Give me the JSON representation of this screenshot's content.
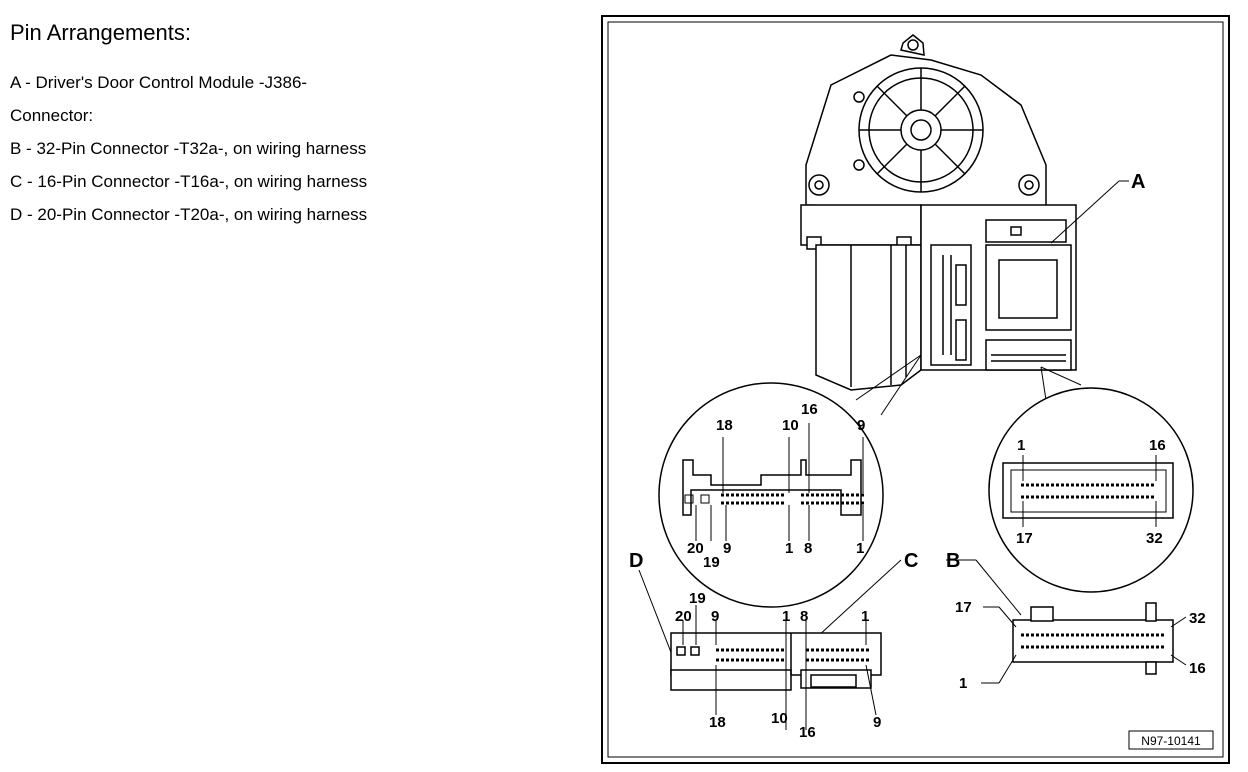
{
  "legend": {
    "title": "Pin Arrangements:",
    "lines": [
      "A - Driver's Door Control Module -J386-",
      "Connector:",
      "B - 32-Pin Connector -T32a-, on wiring harness",
      "C - 16-Pin Connector -T16a-, on wiring harness",
      "D - 20-Pin Connector -T20a-, on wiring harness"
    ]
  },
  "figure": {
    "callouts": {
      "a": "A",
      "b": "B",
      "c": "C",
      "d": "D"
    },
    "left_detail": {
      "top": [
        "18",
        "10",
        "16",
        "9"
      ],
      "bottom": [
        "20",
        "9",
        "1",
        "8",
        "1"
      ],
      "under": "19"
    },
    "right_detail": {
      "top_left": "1",
      "top_right": "16",
      "bottom_left": "17",
      "bottom_right": "32"
    },
    "connector_dc": {
      "top": [
        "19",
        "20",
        "9",
        "1",
        "8",
        "1"
      ],
      "bottom": [
        "18",
        "10",
        "16",
        "9"
      ]
    },
    "connector_b": {
      "top_left": "17",
      "bottom_left": "1",
      "top_right": "32",
      "bottom_right": "16"
    },
    "reference": "N97-10141"
  }
}
